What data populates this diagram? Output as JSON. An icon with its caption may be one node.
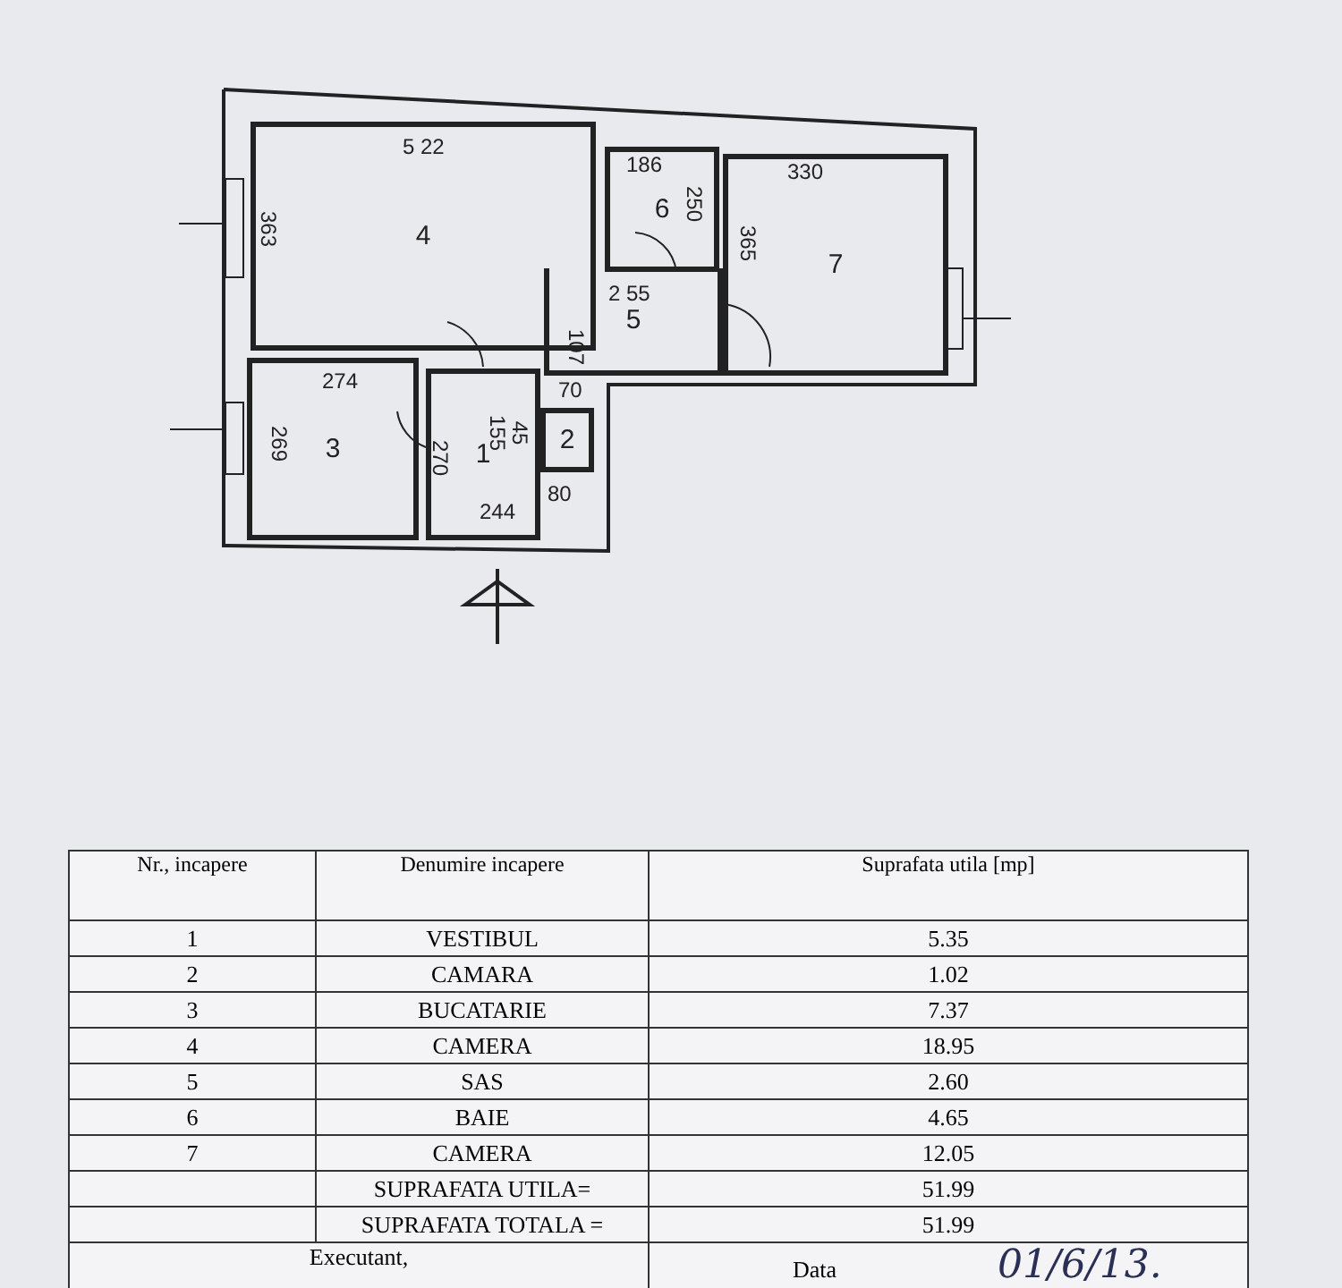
{
  "diagram": {
    "nodes": [
      {
        "text": [
          "4"
        ]
      },
      {
        "text": [
          "6"
        ]
      },
      {
        "text": [
          "7"
        ]
      },
      {
        "text": [
          "5"
        ]
      },
      {
        "text": [
          "3"
        ]
      },
      {
        "text": [
          "1"
        ]
      },
      {
        "text": [
          "2"
        ]
      }
    ],
    "labels": [
      "5 22",
      "186",
      "330",
      "363",
      "250",
      "365",
      "2 55",
      "107",
      "274",
      "70",
      "155",
      "45",
      "269",
      "270",
      "80",
      "244",
      "Nr., incapere",
      "Denumire incapere",
      "Suprafata utila [mp]",
      "1",
      "VESTIBUL",
      "5.35",
      "2",
      "CAMARA",
      "1.02",
      "3",
      "BUCATARIE",
      "7.37",
      "4",
      "CAMERA",
      "18.95",
      "5",
      "SAS",
      "2.60",
      "6",
      "BAIE",
      "4.65",
      "7",
      "CAMERA",
      "12.05",
      "SUPRAFATA UTILA=",
      "51.99",
      "SUPRAFATA TOTALA =",
      "51.99",
      "Executant,",
      "Data",
      "01/6/13."
    ]
  }
}
